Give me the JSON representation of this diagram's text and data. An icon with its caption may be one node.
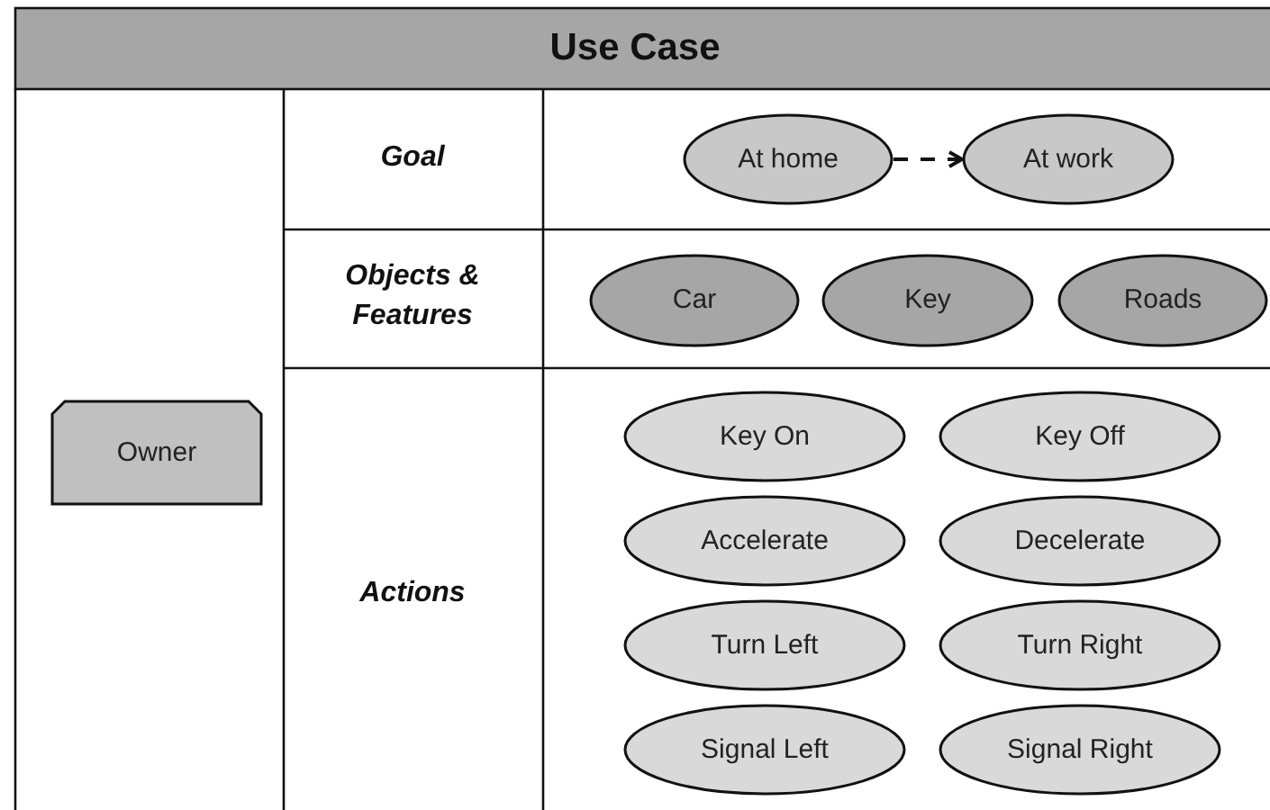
{
  "diagram": {
    "title": "Use Case",
    "nodes": [
      {
        "text": [
          "Owner"
        ]
      },
      {
        "text": [
          "At home"
        ]
      },
      {
        "text": [
          "At work"
        ]
      },
      {
        "text": [
          "Car"
        ]
      },
      {
        "text": [
          "Key"
        ]
      },
      {
        "text": [
          "Roads"
        ]
      },
      {
        "text": [
          "Key On"
        ]
      },
      {
        "text": [
          "Key Off"
        ]
      },
      {
        "text": [
          "Accelerate"
        ]
      },
      {
        "text": [
          "Decelerate"
        ]
      },
      {
        "text": [
          "Turn Left"
        ]
      },
      {
        "text": [
          "Turn Right"
        ]
      },
      {
        "text": [
          "Signal Left"
        ]
      },
      {
        "text": [
          "Signal Right"
        ]
      }
    ],
    "edges": [
      {
        "from": 1,
        "to": 2,
        "arrow": "to",
        "style": "dashed"
      }
    ],
    "labels": [
      "Goal",
      "Objects & Features",
      "Actions"
    ]
  }
}
